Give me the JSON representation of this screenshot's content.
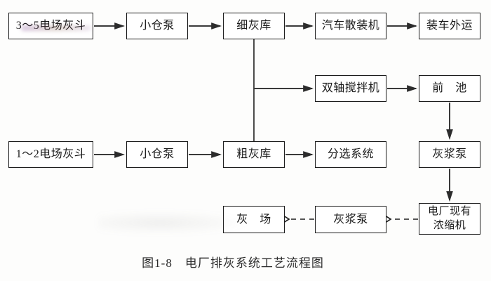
{
  "diagram": {
    "caption": "图1-8　电厂排灰系统工艺流程图",
    "colors": {
      "line": "#3a3a3a",
      "dashed_line": "#222222",
      "box_border": "#1c1c1c",
      "box_fill": "#ffffff",
      "text": "#1a1a1a",
      "background": "#fdfdfc"
    },
    "nodes": {
      "hopper35": {
        "label": "3～5电场灰斗"
      },
      "pump_top": {
        "label": "小仓泵"
      },
      "fine_silo": {
        "label": "细灰库"
      },
      "truck_loader": {
        "label": "汽车散装机"
      },
      "load_out": {
        "label": "装车外运"
      },
      "mixer": {
        "label": "双轴搅拌机"
      },
      "fore_pool": {
        "label": "前　池"
      },
      "hopper12": {
        "label": "1～2电场灰斗"
      },
      "pump_bottom": {
        "label": "小仓泵"
      },
      "coarse_silo": {
        "label": "粗灰库"
      },
      "sorting": {
        "label": "分选系统"
      },
      "slurry_right": {
        "label": "灰浆泵"
      },
      "ash_yard": {
        "label": "灰　场"
      },
      "slurry_bottom": {
        "label": "灰浆泵"
      },
      "thickener": {
        "label": "电厂现有\n浓缩机"
      }
    },
    "edges": [
      {
        "from": "hopper35",
        "to": "pump_top",
        "style": "solid-arrow"
      },
      {
        "from": "pump_top",
        "to": "fine_silo",
        "style": "solid-arrow"
      },
      {
        "from": "fine_silo",
        "to": "truck_loader",
        "style": "solid-arrow"
      },
      {
        "from": "truck_loader",
        "to": "load_out",
        "style": "solid-arrow"
      },
      {
        "from": "fine_silo",
        "to": "coarse_silo",
        "style": "solid-line"
      },
      {
        "from": "fine_silo",
        "to": "mixer",
        "style": "solid-arrow"
      },
      {
        "from": "mixer",
        "to": "fore_pool",
        "style": "solid-arrow"
      },
      {
        "from": "fore_pool",
        "to": "slurry_right",
        "style": "solid-arrow"
      },
      {
        "from": "hopper12",
        "to": "pump_bottom",
        "style": "solid-arrow"
      },
      {
        "from": "pump_bottom",
        "to": "coarse_silo",
        "style": "solid-arrow"
      },
      {
        "from": "coarse_silo",
        "to": "sorting",
        "style": "solid-arrow"
      },
      {
        "from": "slurry_right",
        "to": "thickener",
        "style": "solid-arrow"
      },
      {
        "from": "thickener",
        "to": "slurry_bottom",
        "style": "dashed-arrow"
      },
      {
        "from": "slurry_bottom",
        "to": "ash_yard",
        "style": "dashed-arrow"
      }
    ]
  }
}
